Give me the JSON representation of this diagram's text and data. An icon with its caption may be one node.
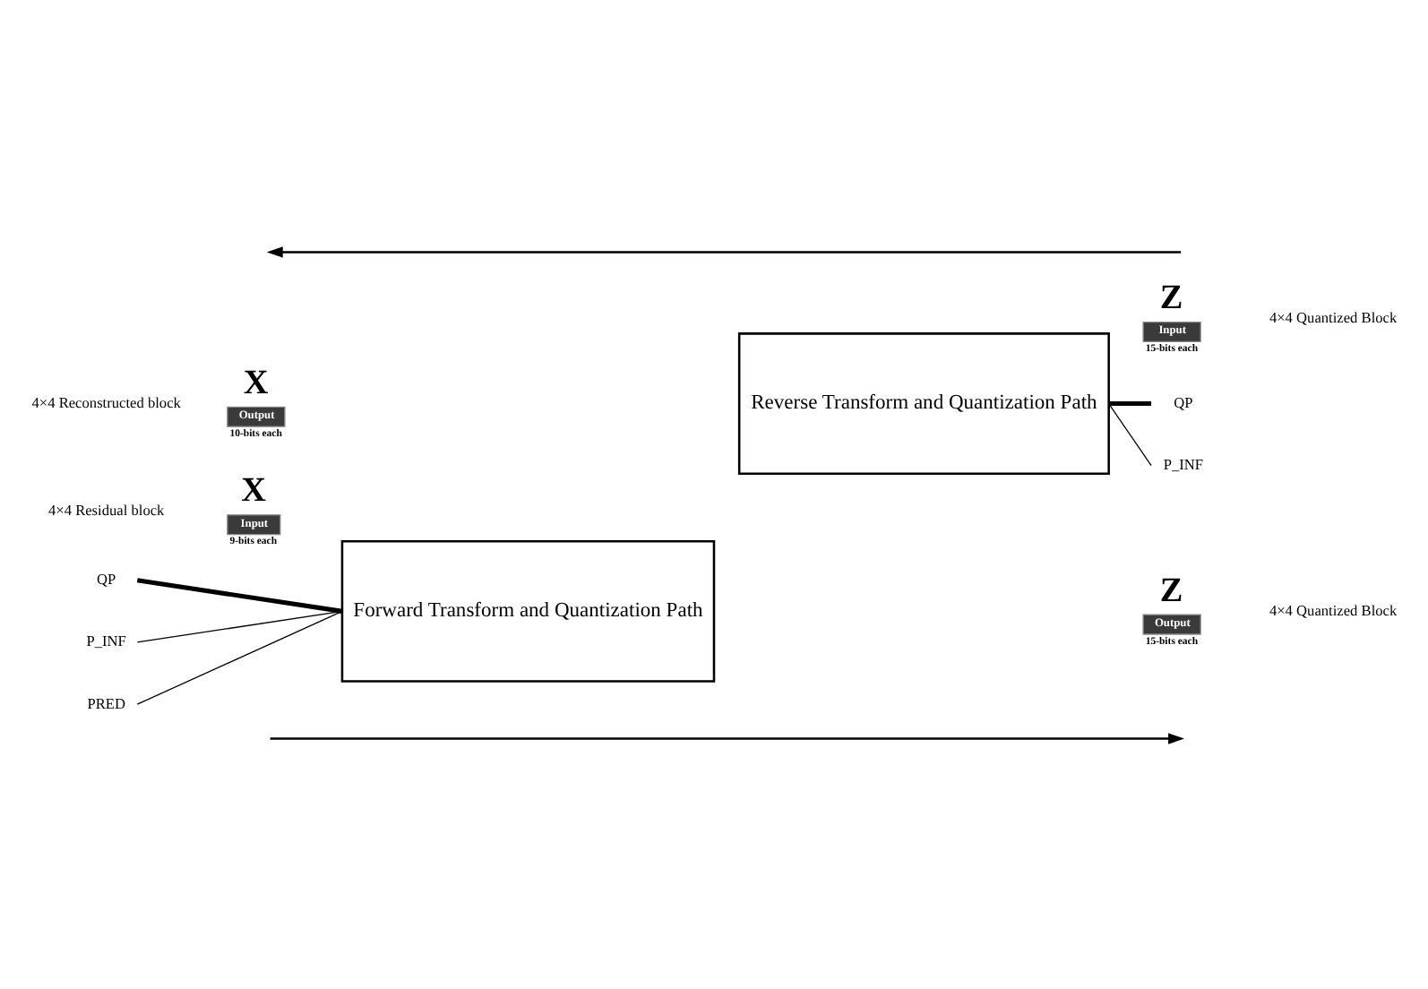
{
  "diagram": {
    "nodes": [
      {
        "text": [
          "Input"
        ],
        "beside": [
          "X",
          "9-bits each"
        ]
      },
      {
        "text": [
          "Forward Transform and Quantization Path"
        ]
      },
      {
        "text": [
          "QP"
        ]
      },
      {
        "text": [
          "Output"
        ],
        "beside": [
          "Z",
          "15-bits each"
        ]
      },
      {
        "text": [
          "P_INF"
        ]
      },
      {
        "text": [
          "PRED"
        ]
      },
      {
        "text": [
          "Reverse Transform and Quantization Path"
        ]
      },
      {
        "text": [
          "Input"
        ],
        "beside": [
          "Z",
          "15-bits each"
        ]
      },
      {
        "text": [
          "Output"
        ],
        "beside": [
          "X",
          "10-bits each"
        ]
      },
      {
        "text": [
          "QP"
        ]
      },
      {
        "text": [
          "P_INF"
        ]
      }
    ],
    "edges": [
      {
        "from": 2,
        "to": 1,
        "arrow": "none",
        "style": "thick"
      },
      {
        "from": 4,
        "to": 1,
        "arrow": "none"
      },
      {
        "from": 5,
        "to": 1,
        "arrow": "none"
      },
      {
        "from": 9,
        "to": 6,
        "arrow": "none",
        "style": "thick"
      },
      {
        "from": 10,
        "to": 6,
        "arrow": "none"
      }
    ],
    "labels": [
      "4×4 Residual block",
      "4×4 Quantized Block",
      "4×4 Reconstructed block",
      "4×4 Quantized Block"
    ]
  }
}
